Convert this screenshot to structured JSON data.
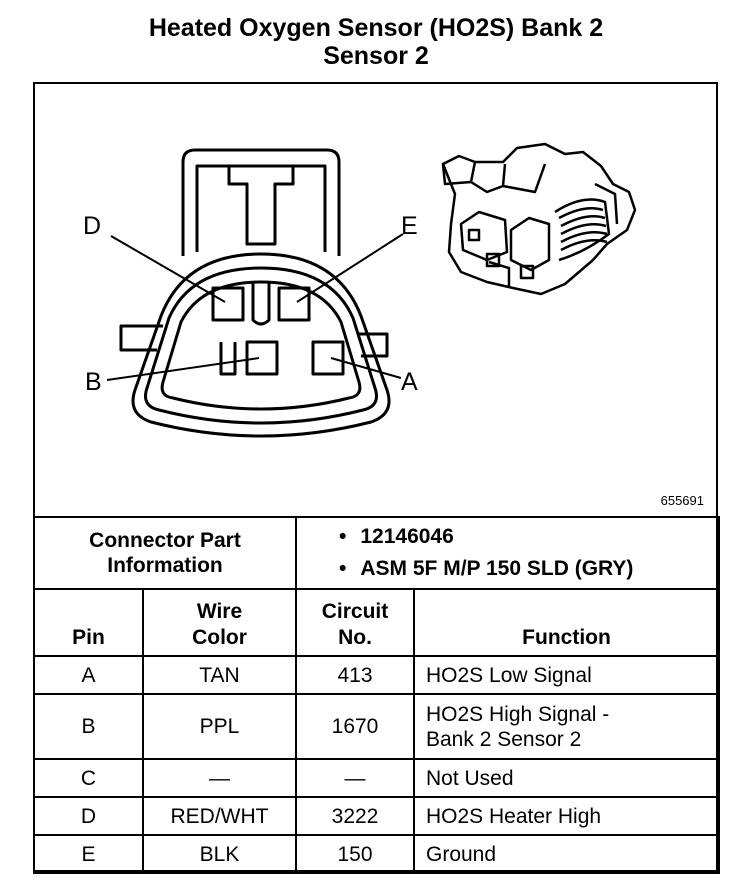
{
  "title": {
    "line1": "Heated Oxygen Sensor (HO2S) Bank 2",
    "line2": "Sensor 2"
  },
  "figure": {
    "id": "655691",
    "pin_labels": {
      "d": "D",
      "e": "E",
      "b": "B",
      "a": "A"
    }
  },
  "connector": {
    "heading_line1": "Connector Part",
    "heading_line2": "Information",
    "parts": [
      "12146046",
      "ASM 5F M/P 150 SLD (GRY)"
    ]
  },
  "pin_table": {
    "headers": {
      "pin": "Pin",
      "wire_line1": "Wire",
      "wire_line2": "Color",
      "circuit_line1": "Circuit",
      "circuit_line2": "No.",
      "function": "Function"
    },
    "rows": [
      {
        "pin": "A",
        "color": "TAN",
        "circuit": "413",
        "function_line1": "HO2S Low Signal",
        "function_line2": ""
      },
      {
        "pin": "B",
        "color": "PPL",
        "circuit": "1670",
        "function_line1": "HO2S High Signal -",
        "function_line2": "Bank 2 Sensor 2"
      },
      {
        "pin": "C",
        "color": "—",
        "circuit": "—",
        "function_line1": "Not Used",
        "function_line2": ""
      },
      {
        "pin": "D",
        "color": "RED/WHT",
        "circuit": "3222",
        "function_line1": "HO2S Heater High",
        "function_line2": ""
      },
      {
        "pin": "E",
        "color": "BLK",
        "circuit": "150",
        "function_line1": "Ground",
        "function_line2": ""
      }
    ]
  }
}
